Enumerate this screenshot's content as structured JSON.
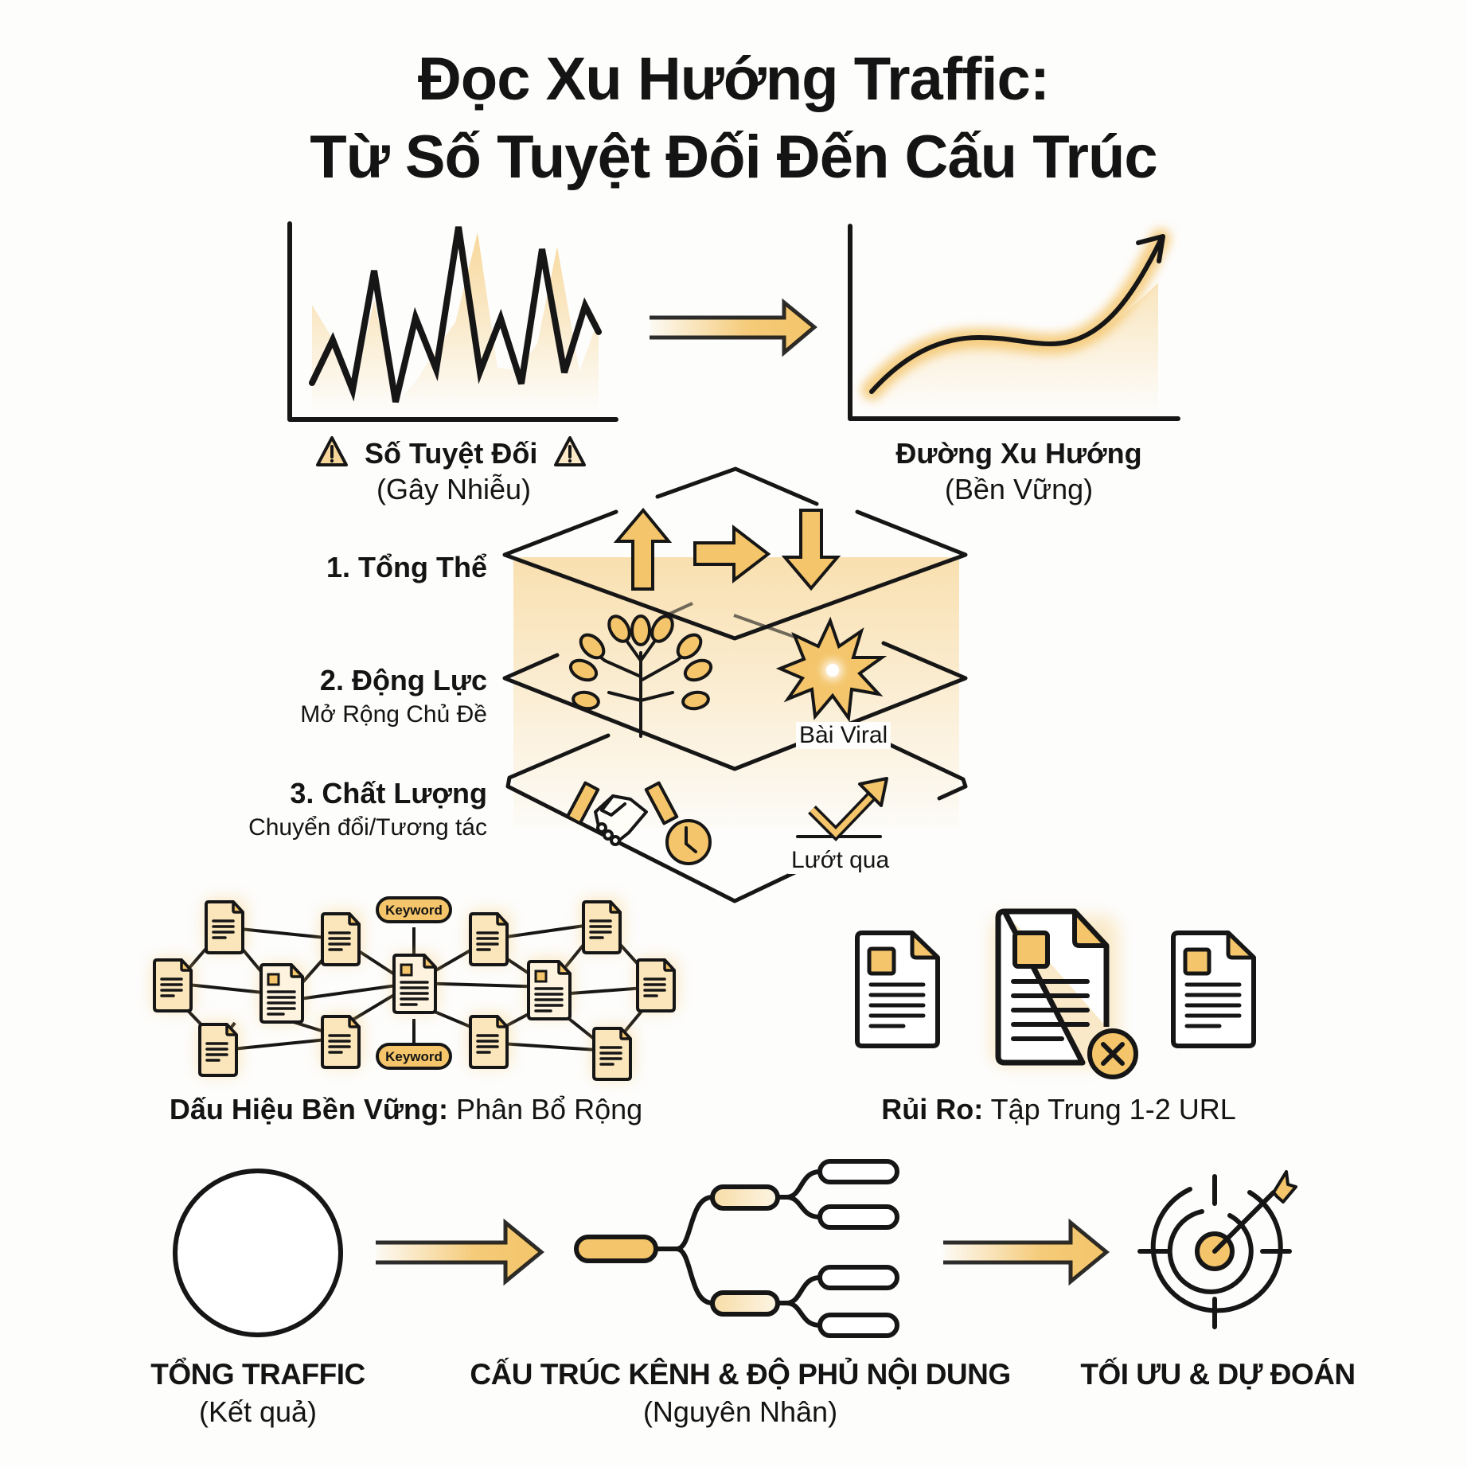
{
  "title": {
    "line1": "Đọc Xu Hướng Traffic:",
    "line2": "Từ Số Tuyệt Đối Đến Cấu Trúc"
  },
  "colors": {
    "accent": "#f4c56a",
    "accent_light": "#fbe7bd",
    "stroke": "#161616",
    "background": "#fdfdfc"
  },
  "top_section": {
    "left_chart": {
      "icon": "warning-icon",
      "label": "Số Tuyệt Đối",
      "sublabel": "(Gây Nhiễu)"
    },
    "arrow_icon": "arrow-right-icon",
    "right_chart": {
      "label": "Đường Xu Hướng",
      "sublabel": "(Bền Vững)"
    }
  },
  "layers": [
    {
      "title": "1. Tổng Thể",
      "subtitle": "",
      "icons": [
        "arrow-up-icon",
        "arrow-right-icon",
        "arrow-down-icon"
      ]
    },
    {
      "title": "2. Động Lực",
      "subtitle": "Mở Rộng Chủ Đề",
      "icons": [
        "tree-icon",
        "burst-icon"
      ],
      "tag": "Bài Viral"
    },
    {
      "title": "3. Chất Lượng",
      "subtitle": "Chuyển đổi/Tương tác",
      "icons": [
        "handshake-icon",
        "clock-icon",
        "bounce-arrow-icon"
      ],
      "tag": "Lướt qua"
    }
  ],
  "middle_section": {
    "network": {
      "keyword_top": "Keyword",
      "keyword_bottom": "Keyword",
      "label_bold": "Dấu Hiệu Bền Vững:",
      "label_regular": " Phân Bổ Rộng"
    },
    "risk": {
      "label_bold": "Rủi Ro:",
      "label_regular": " Tập Trung 1-2 URL"
    }
  },
  "bottom_flow": [
    {
      "title": "TỔNG TRAFFIC",
      "subtitle": "(Kết quả)",
      "icon": "circle-icon"
    },
    {
      "title": "CẤU TRÚC KÊNH & ĐỘ PHỦ NỘI DUNG",
      "subtitle": "(Nguyên Nhân)",
      "icon": "tree-structure-icon"
    },
    {
      "title": "TỐI ƯU & DỰ ĐOÁN",
      "subtitle": "",
      "icon": "target-icon"
    }
  ],
  "chart_data": [
    {
      "type": "line",
      "title": "Số Tuyệt Đối (Gây Nhiễu)",
      "xlabel": "",
      "ylabel": "",
      "x": [
        1,
        2,
        3,
        4,
        5,
        6,
        7,
        8,
        9,
        10,
        11,
        12,
        13,
        14,
        15,
        16
      ],
      "values": [
        35,
        55,
        30,
        80,
        22,
        62,
        40,
        97,
        40,
        62,
        32,
        89,
        40,
        59,
        52
      ],
      "grid": false
    },
    {
      "type": "line",
      "title": "Đường Xu Hướng (Bền Vững)",
      "xlabel": "",
      "ylabel": "",
      "x": [
        1,
        2,
        3,
        4,
        5,
        6,
        7,
        8,
        9,
        10
      ],
      "values": [
        10,
        28,
        40,
        44,
        44,
        43,
        48,
        60,
        78,
        96
      ],
      "grid": false
    }
  ]
}
